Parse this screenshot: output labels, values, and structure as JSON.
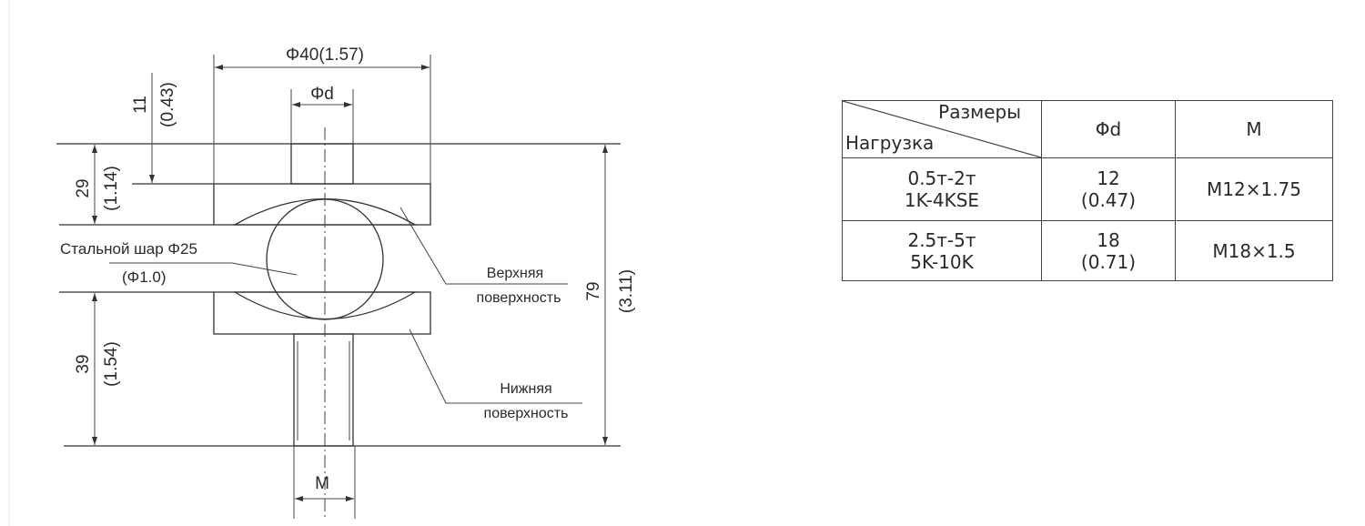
{
  "drawing": {
    "dim_outer_diameter": "Φ40(1.57)",
    "dim_stud_diameter": "Φd",
    "dim_11": "11",
    "dim_11_in": "(0.43)",
    "dim_29": "29",
    "dim_29_in": "(1.14)",
    "dim_39": "39",
    "dim_39_in": "(1.54)",
    "dim_79": "79",
    "dim_79_in": "(3.11)",
    "dim_thread": "M",
    "ball_label": "Стальной шар Φ25",
    "ball_label_in": "(Φ1.0)",
    "upper_surface_1": "Верхняя",
    "upper_surface_2": "поверхность",
    "lower_surface_1": "Нижняя",
    "lower_surface_2": "поверхность"
  },
  "table": {
    "header_top": "Размеры",
    "header_bottom": "Нагрузка",
    "col_d": "Φd",
    "col_m": "M",
    "rows": [
      {
        "load1": "0.5т-2т",
        "load2": "1K-4KSE",
        "d1": "12",
        "d2": "(0.47)",
        "m": "M12×1.75"
      },
      {
        "load1": "2.5т-5т",
        "load2": "5K-10K",
        "d1": "18",
        "d2": "(0.71)",
        "m": "M18×1.5"
      }
    ]
  }
}
